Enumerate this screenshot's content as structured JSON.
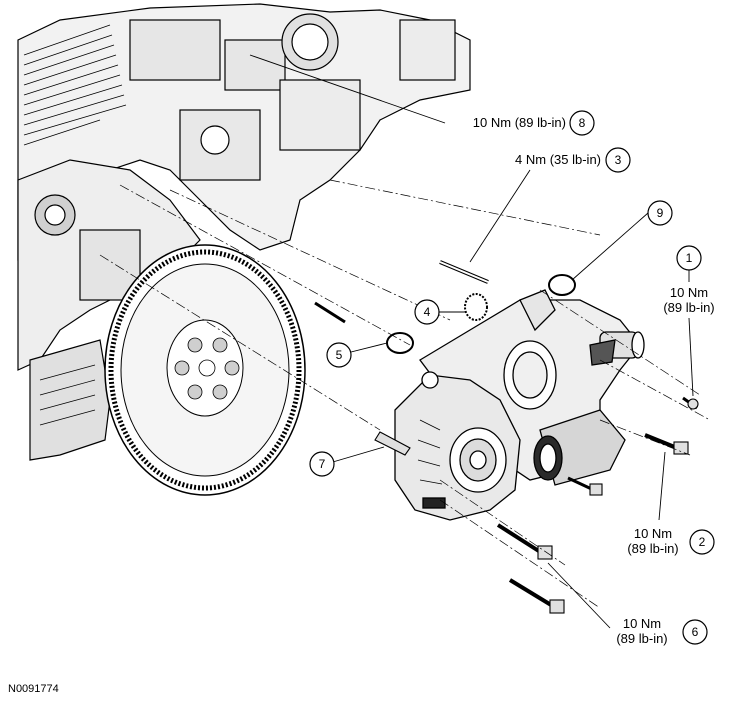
{
  "figure_id": "N0091774",
  "callouts": [
    {
      "number": "1",
      "torque": "10 Nm",
      "torque_imperial": "(89 lb-in)"
    },
    {
      "number": "2",
      "torque": "10 Nm",
      "torque_imperial": "(89 lb-in)"
    },
    {
      "number": "3",
      "text": "4 Nm (35 lb-in)"
    },
    {
      "number": "4"
    },
    {
      "number": "5"
    },
    {
      "number": "6",
      "torque": "10 Nm",
      "torque_imperial": "(89 lb-in)"
    },
    {
      "number": "7"
    },
    {
      "number": "8",
      "text": "10 Nm (89 lb-in)"
    },
    {
      "number": "9"
    }
  ],
  "colors": {
    "line": "#000000",
    "background": "#ffffff",
    "shade": "#d9d9d9"
  }
}
